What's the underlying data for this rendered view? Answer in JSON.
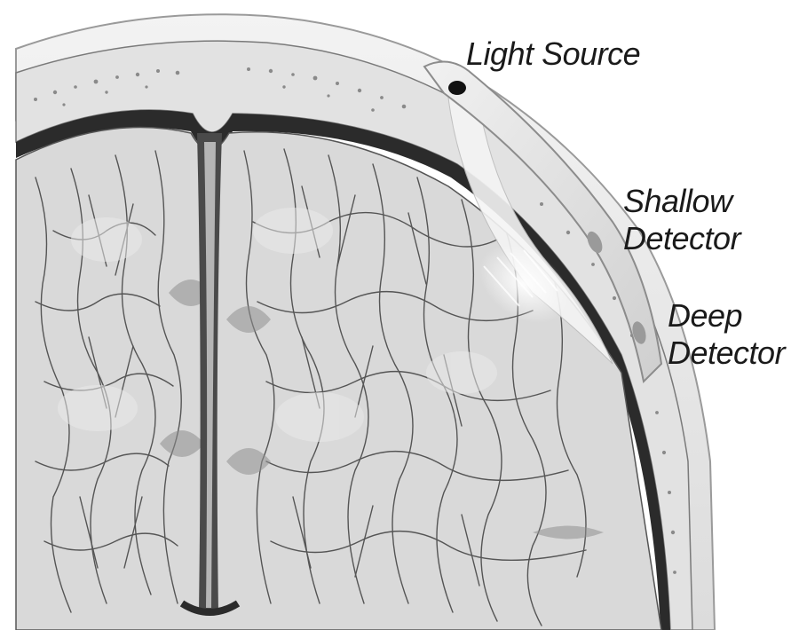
{
  "labels": {
    "light_source": "Light Source",
    "shallow_detector": [
      "Shallow",
      "Detector"
    ],
    "deep_detector": [
      "Deep",
      "Detector"
    ]
  },
  "colors": {
    "background": "#ffffff",
    "scalp": "#ececec",
    "skull_dots": "#8a8a8a",
    "dark_layer": "#2b2b2b",
    "brain_fill": "#d9d9d9",
    "vessel": "#555555",
    "probe": "#e6e6e6",
    "light_path": "#f4f4f4"
  }
}
